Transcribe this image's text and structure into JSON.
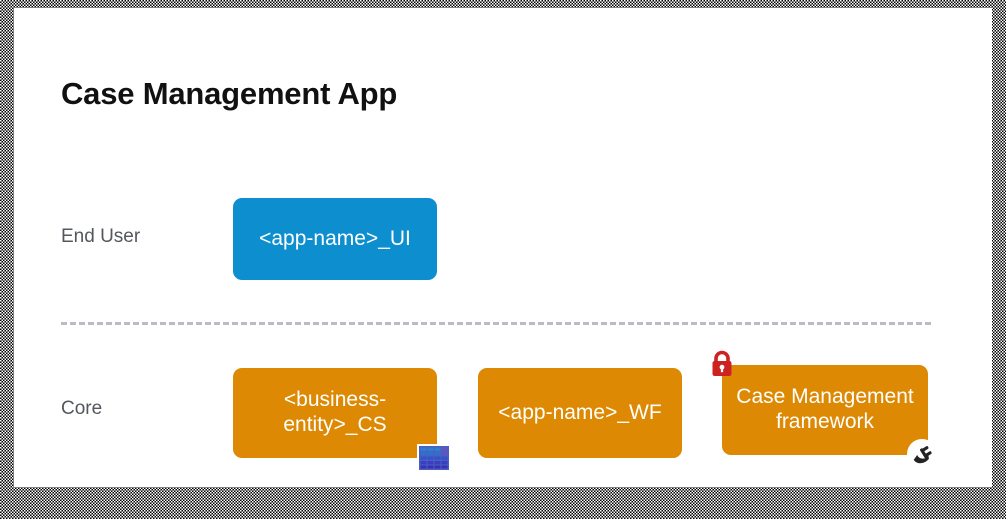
{
  "diagram": {
    "title": "Case Management App",
    "rows": [
      {
        "key": "end_user",
        "label": "End User"
      },
      {
        "key": "core",
        "label": "Core"
      }
    ],
    "boxes": {
      "app_ui": {
        "label": "<app-name>_UI",
        "color": "#0d8ecf",
        "row": "End User"
      },
      "business_entity_cs": {
        "label": "<business-entity>_CS",
        "color": "#dd8903",
        "row": "Core"
      },
      "app_wf": {
        "label": "<app-name>_WF",
        "color": "#dd8903",
        "row": "Core"
      },
      "cm_framework": {
        "label": "Case Management framework",
        "color": "#dd8903",
        "row": "Core"
      }
    },
    "badges": {
      "grid": "table-grid-icon",
      "lock": "lock-icon",
      "plug": "plug-icon"
    },
    "divider": "dashed-separator",
    "colors": {
      "blue": "#0d8ecf",
      "orange": "#dd8903",
      "label_gray": "#54585e",
      "divider_gray": "#b9bcc4",
      "lock_red": "#cc2222",
      "canvas": "#ffffff"
    }
  }
}
